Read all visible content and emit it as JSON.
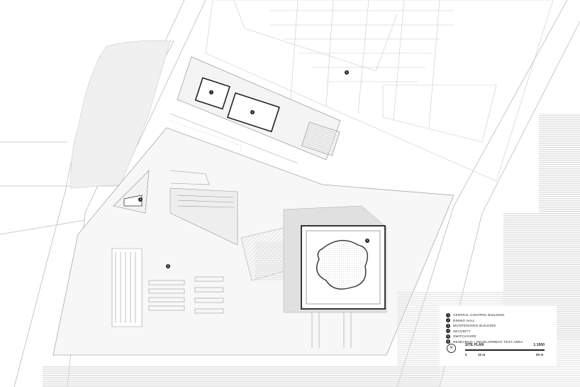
{
  "legend": {
    "items": [
      {
        "num": "1",
        "label": "CENTRAL CONTROL BUILDING"
      },
      {
        "num": "2",
        "label": "DINING HALL"
      },
      {
        "num": "3",
        "label": "MAINTENANCE BUILDING"
      },
      {
        "num": "4",
        "label": "SECURITY"
      },
      {
        "num": "5",
        "label": "SWITCHYARD"
      },
      {
        "num": "6",
        "label": "RESEARCH + DEVELOPMENT TEST-AREA"
      }
    ]
  },
  "scale": {
    "title": "SITE PLAN",
    "ratio": "1:1000",
    "north_label": "N",
    "ticks": [
      "0",
      "10 m",
      "50 m"
    ]
  },
  "markers": [
    "1",
    "2",
    "3",
    "4",
    "5",
    "6"
  ]
}
